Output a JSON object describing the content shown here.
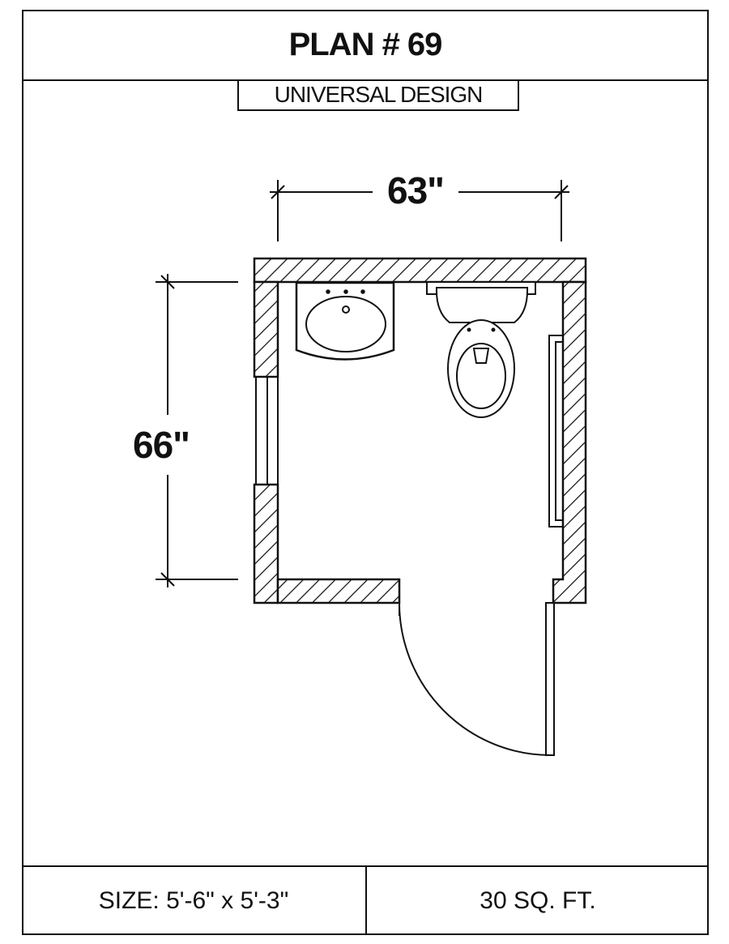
{
  "header": {
    "title": "PLAN # 69",
    "subtitle": "UNIVERSAL DESIGN"
  },
  "dimensions": {
    "width_label": "63\"",
    "depth_label": "66\""
  },
  "footer": {
    "size": "SIZE:  5'-6\" x 5'-3\"",
    "area": "30 SQ. FT."
  },
  "fixtures": [
    "sink-icon",
    "toilet-icon",
    "grab-bar",
    "door-swing",
    "window"
  ]
}
